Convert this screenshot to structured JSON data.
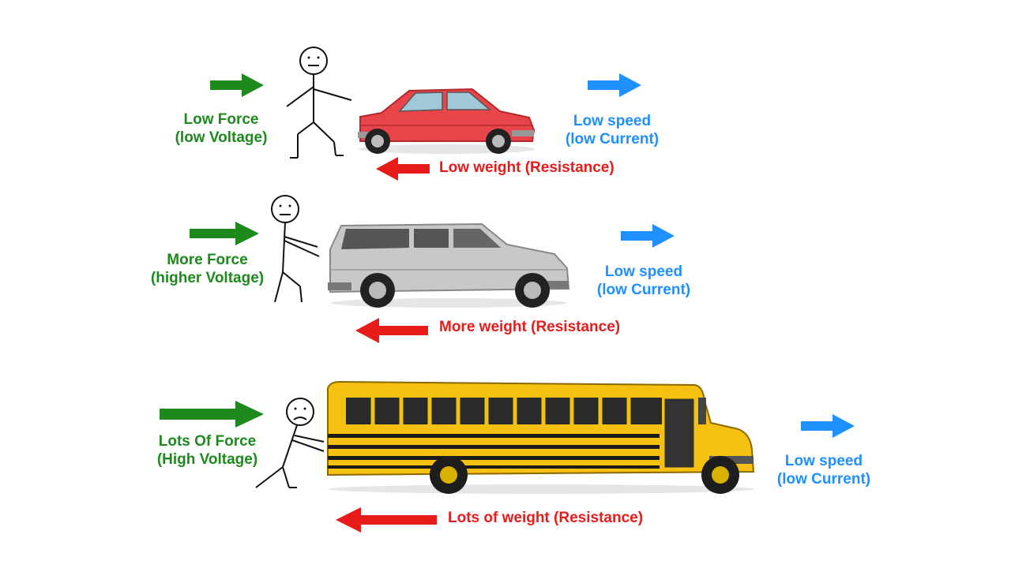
{
  "rows": [
    {
      "force": {
        "line1": "Low Force",
        "line2": "(low Voltage)"
      },
      "speed": {
        "line1": "Low speed",
        "line2": "(low Current)"
      },
      "weight": "Low weight (Resistance)",
      "vehicle": "car"
    },
    {
      "force": {
        "line1": "More Force",
        "line2": "(higher Voltage)"
      },
      "speed": {
        "line1": "Low speed",
        "line2": "(low Current)"
      },
      "weight": "More weight (Resistance)",
      "vehicle": "suv"
    },
    {
      "force": {
        "line1": "Lots Of Force",
        "line2": "(High Voltage)"
      },
      "speed": {
        "line1": "Low speed",
        "line2": "(low Current)"
      },
      "weight": "Lots of weight (Resistance)",
      "vehicle": "school-bus"
    }
  ],
  "colors": {
    "force": "#1e8a1e",
    "speed": "#1e90ff",
    "weight": "#e81b1b",
    "car": "#e8454a",
    "suv": "#c8c8c8",
    "bus": "#f5c00f"
  }
}
